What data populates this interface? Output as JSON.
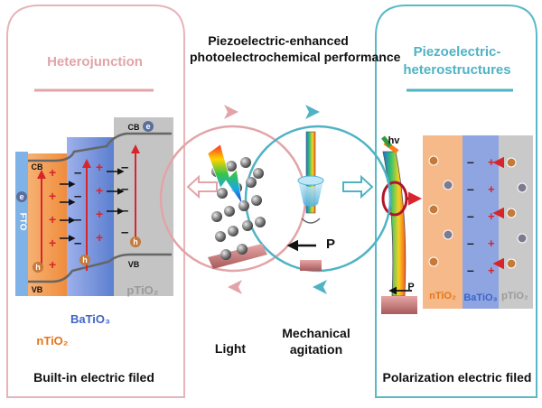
{
  "center": {
    "title_line1": "Piezoelectric-enhanced",
    "title_line2": "photoelectrochemical performance",
    "light_label": "Light",
    "mech_line1": "Mechanical",
    "mech_line2": "agitation",
    "p_label": "P"
  },
  "left": {
    "title": "Heterojunction",
    "caption": "Built-in electric filed",
    "fto": "FTO",
    "cb": "CB",
    "vb": "VB",
    "cb_right": "CB",
    "vb_right": "VB",
    "ntio2": "nTiO₂",
    "batio3": "BaTiO₃",
    "ptio2": "pTiO₂",
    "electron": "e",
    "hole": "h"
  },
  "right": {
    "title_line1": "Piezoelectric-",
    "title_line2": "heterostructures",
    "caption": "Polarization electric filed",
    "hv": "hv",
    "p_label": "P",
    "ntio2": "nTiO₂",
    "batio3": "BaTiO₃",
    "ptio2": "pTiO₂"
  },
  "colors": {
    "left_border": "#e8b4b8",
    "right_border": "#5ab9c8",
    "pink_text": "#e2a4a8",
    "cyan_text": "#4fb3c4",
    "orange": "#f29a4a",
    "blue": "#6f8fd6",
    "gray": "#bcbcbc",
    "red": "#d9242b"
  }
}
